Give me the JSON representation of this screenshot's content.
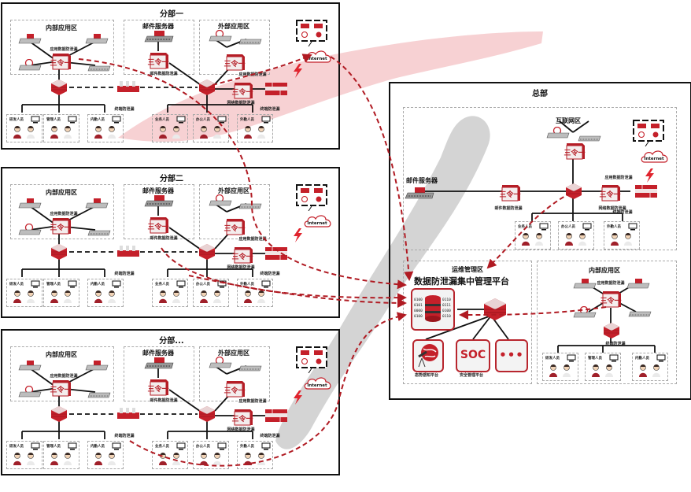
{
  "colors": {
    "accent_red": "#c4202a",
    "dark_red": "#8e1219",
    "arrow_red": "#b01a22",
    "zone_border": "#aaaaaa",
    "panel_border": "#111111",
    "swoosh_pink": "#f6c9cb",
    "swoosh_gray": "#cfcfcf"
  },
  "labels": {
    "internal_zone": "内部应用区",
    "mail_server": "邮件服务器",
    "external_zone": "外部应用区",
    "app_dlp": "应用数据防泄漏",
    "mail_dlp": "邮件数据防泄漏",
    "network_dlp": "网络数据防泄漏",
    "endpoint_dlp": "终端防泄漏",
    "internet": "Internet",
    "groups_left": [
      "研发人员",
      "管理人员",
      "内勤人员"
    ],
    "groups_right": [
      "业务人员",
      "办公人员",
      "外勤人员"
    ]
  },
  "branches": [
    {
      "title": "分部一"
    },
    {
      "title": "分部二"
    },
    {
      "title": "分部..."
    }
  ],
  "hq": {
    "title": "总部",
    "internet_zone": "互联网区",
    "mail_server": "邮件服务器",
    "mail_dlp": "邮件数据防泄漏",
    "app_dlp": "应用数据防泄漏",
    "network_dlp": "网络数据防泄漏",
    "endpoint_dlp": "终端防泄漏",
    "groups": [
      "业务人员",
      "办公人员",
      "外勤人员"
    ],
    "ops_zone": "运维管理区",
    "platform_title": "数据防泄漏集中管理平台",
    "binary_left": [
      "0100",
      "0101",
      "0000",
      "0100"
    ],
    "binary_right": [
      "0110",
      "0111",
      "0100",
      "0110"
    ],
    "situational_platform": "态势感知平台",
    "soc_label": "SOC",
    "security_platform": "安全管理平台",
    "more_label": "•••",
    "internal_zone": "内部应用区",
    "internal_app_dlp": "应用数据防泄漏",
    "internal_endpoint_dlp": "终端防泄漏",
    "internal_groups": [
      "研发人员",
      "管理人员",
      "内勤人员"
    ]
  }
}
